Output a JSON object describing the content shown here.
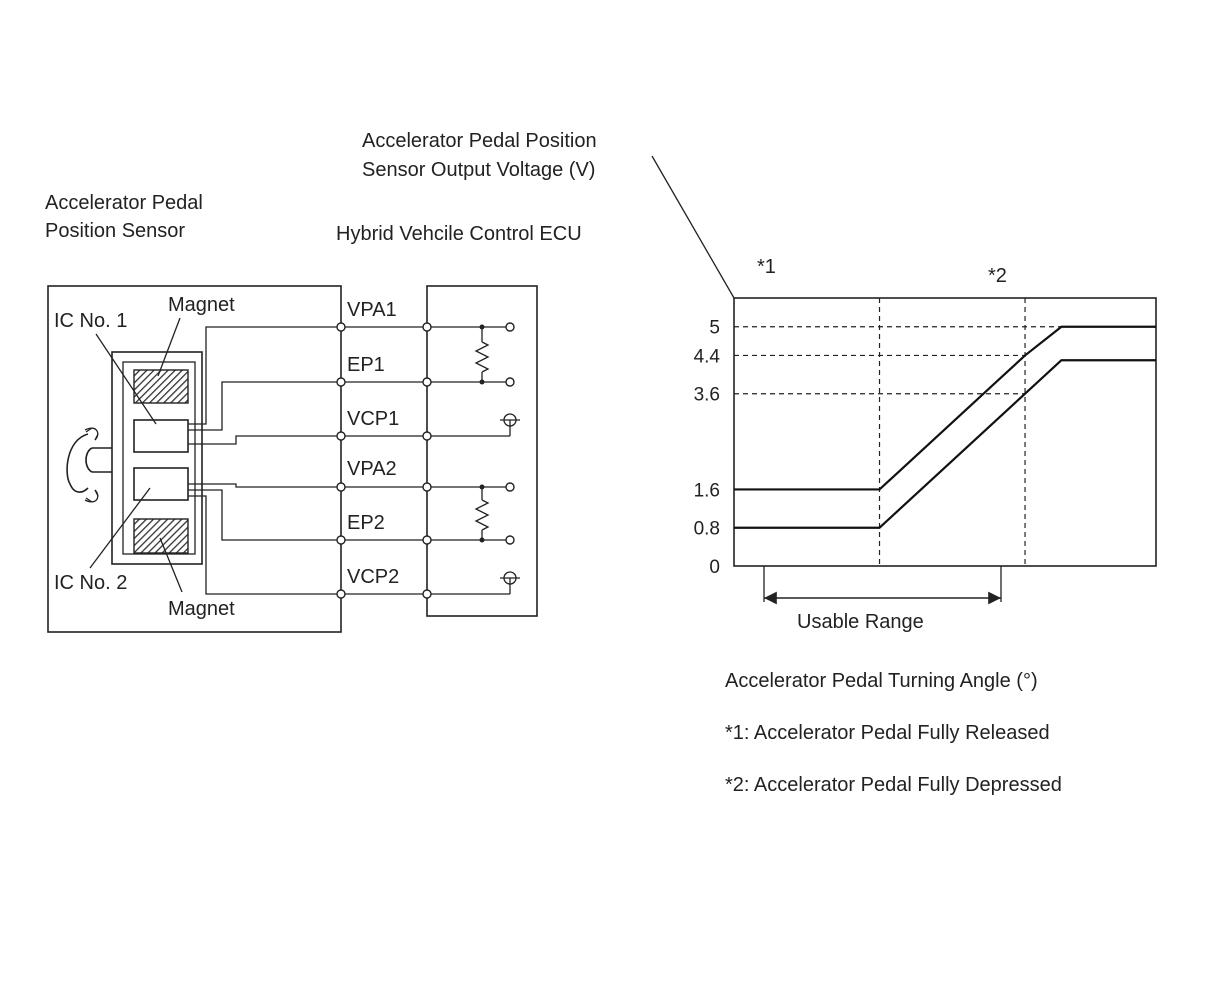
{
  "circuit": {
    "sensor_title": [
      "Accelerator Pedal",
      "Position Sensor"
    ],
    "ecu_title": "Hybrid Vehcile Control ECU",
    "ic1_label": "IC No. 1",
    "ic2_label": "IC No. 2",
    "magnet_top_label": "Magnet",
    "magnet_bottom_label": "Magnet",
    "terminals": [
      "VPA1",
      "EP1",
      "VCP1",
      "VPA2",
      "EP2",
      "VCP2"
    ]
  },
  "graph": {
    "ylabel": [
      "Accelerator Pedal Position",
      "Sensor Output Voltage (V)"
    ],
    "marker1": "*1",
    "marker2": "*2",
    "range_label": "Usable Range",
    "xlabel": "Accelerator Pedal Turning Angle (°)"
  },
  "notes": [
    "*1: Accelerator Pedal Fully Released",
    "*2: Accelerator Pedal Fully Depressed"
  ],
  "chart_data": {
    "type": "line",
    "ylabel": "Accelerator Pedal Position Sensor Output Voltage (V)",
    "xlabel": "Accelerator Pedal Turning Angle (°)",
    "y_ticks": [
      "5",
      "4.4",
      "3.6",
      "1.6",
      "0.8",
      "0"
    ],
    "ylim": [
      0,
      5.6
    ],
    "markers": [
      "*1",
      "*2"
    ],
    "series": [
      {
        "x": [
          0,
          1,
          2,
          2.25,
          2.9
        ],
        "y": [
          1.6,
          1.6,
          4.4,
          5,
          5
        ]
      },
      {
        "x": [
          0,
          1,
          2,
          2.25,
          2.9
        ],
        "y": [
          0.8,
          0.8,
          3.6,
          4.3,
          4.3
        ]
      }
    ]
  }
}
